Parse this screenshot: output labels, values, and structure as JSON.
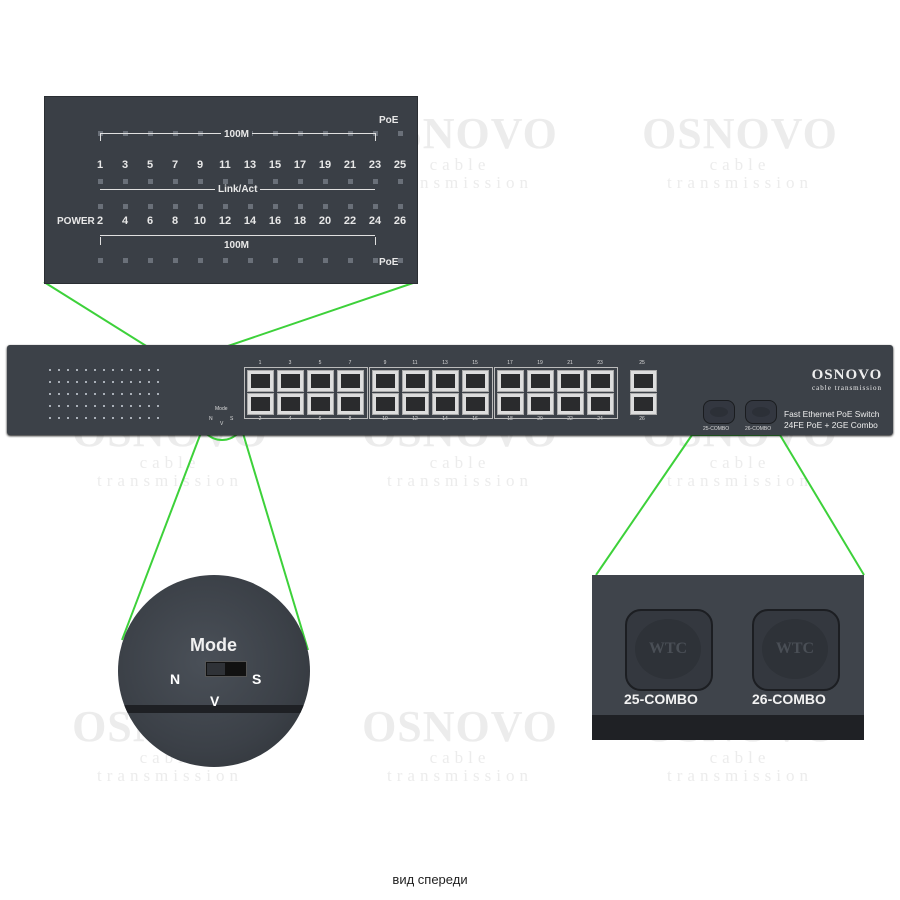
{
  "watermark": {
    "brand": "OSNOVO",
    "tagline": "cable transmission"
  },
  "led_zoom": {
    "label_100m": "100M",
    "label_poe": "PoE",
    "label_linkact": "Link/Act",
    "label_power": "POWER",
    "top_row": [
      "1",
      "3",
      "5",
      "7",
      "9",
      "11",
      "13",
      "15",
      "17",
      "19",
      "21",
      "23",
      "25"
    ],
    "bottom_row": [
      "2",
      "4",
      "6",
      "8",
      "10",
      "12",
      "14",
      "16",
      "18",
      "20",
      "22",
      "24",
      "26"
    ]
  },
  "switch": {
    "brand": "OSNOVO",
    "tagline": "cable transmission",
    "model_line1": "Fast Ethernet PoE Switch",
    "model_line2": "24FE PoE + 2GE Combo",
    "mode_label": "Mode",
    "mode_n": "N",
    "mode_v": "V",
    "mode_s": "S",
    "top_port_numbers": [
      "1",
      "3",
      "5",
      "7",
      "9",
      "11",
      "13",
      "15",
      "17",
      "19",
      "21",
      "23"
    ],
    "bottom_port_numbers": [
      "2",
      "4",
      "6",
      "8",
      "10",
      "12",
      "14",
      "16",
      "18",
      "20",
      "22",
      "24"
    ],
    "sfp_top": "25",
    "sfp_bottom": "26",
    "combo25": "25-COMBO",
    "combo26": "26-COMBO"
  },
  "mode_zoom": {
    "title": "Mode",
    "n": "N",
    "v": "V",
    "s": "S"
  },
  "combo_zoom": {
    "btn_text": "WTC",
    "label25": "25-COMBO",
    "label26": "26-COMBO"
  },
  "caption": "вид спереди",
  "colors": {
    "accent_green": "#3dd13a",
    "panel": "#3c4148"
  }
}
